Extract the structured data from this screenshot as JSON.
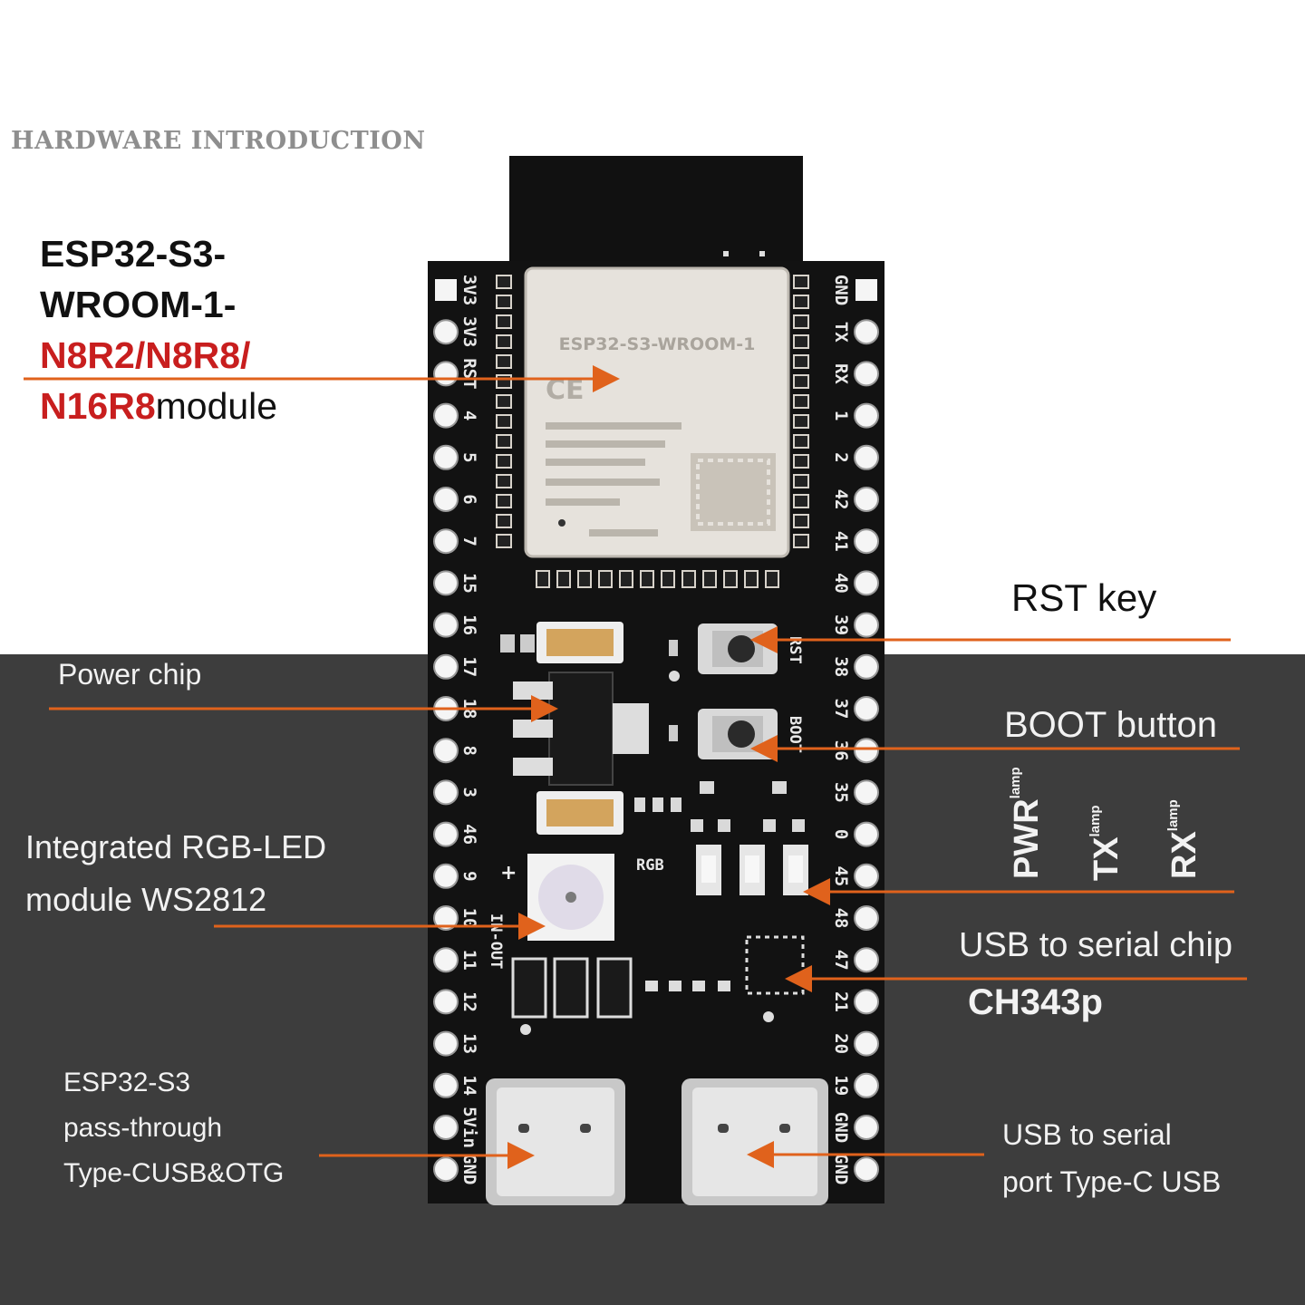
{
  "header": {
    "title": "HARDWARE INTRODUCTION"
  },
  "module_label": {
    "line1": "ESP32-S3-",
    "line2": "WROOM-1-",
    "line3": "N8R2/N8R8/",
    "line4_red": "N16R8",
    "line4_black": "module"
  },
  "module_chip": {
    "text": "ESP32-S3-WROOM-1"
  },
  "callouts": {
    "rst_key": "RST key",
    "power_chip": "Power chip",
    "boot_button": "BOOT button",
    "rgb_line1": "Integrated RGB-LED",
    "rgb_line2": "module WS2812",
    "usb_serial_chip": "USB to serial chip",
    "ch343": "CH343p",
    "passthrough_line1": "ESP32-S3",
    "passthrough_line2": "pass-through",
    "passthrough_line3": "Type-CUSB&OTG",
    "usb_port_line1": "USB to serial",
    "usb_port_line2": "port Type-C USB"
  },
  "lamps": [
    {
      "name": "PWR",
      "suffix": "lamp"
    },
    {
      "name": "TX",
      "suffix": "lamp"
    },
    {
      "name": "RX",
      "suffix": "lamp"
    }
  ],
  "pins_left": [
    "3V3",
    "3V3",
    "RST",
    "4",
    "5",
    "6",
    "7",
    "15",
    "16",
    "17",
    "18",
    "8",
    "3",
    "46",
    "9",
    "10",
    "11",
    "12",
    "13",
    "14",
    "5Vin",
    "GND"
  ],
  "pins_right": [
    "GND",
    "TX",
    "RX",
    "1",
    "2",
    "42",
    "41",
    "40",
    "39",
    "38",
    "37",
    "36",
    "35",
    "0",
    "45",
    "48",
    "47",
    "21",
    "20",
    "19",
    "GND",
    "GND"
  ],
  "board_marks": {
    "rgb": "RGB",
    "rst": "RST",
    "boot": "BOOT",
    "in_out": "IN-OUT"
  },
  "colors": {
    "accent_red": "#c81e1e",
    "arrow_orange": "#e0621c",
    "pcb_black": "#121212",
    "background_dark": "#3d3d3d"
  }
}
